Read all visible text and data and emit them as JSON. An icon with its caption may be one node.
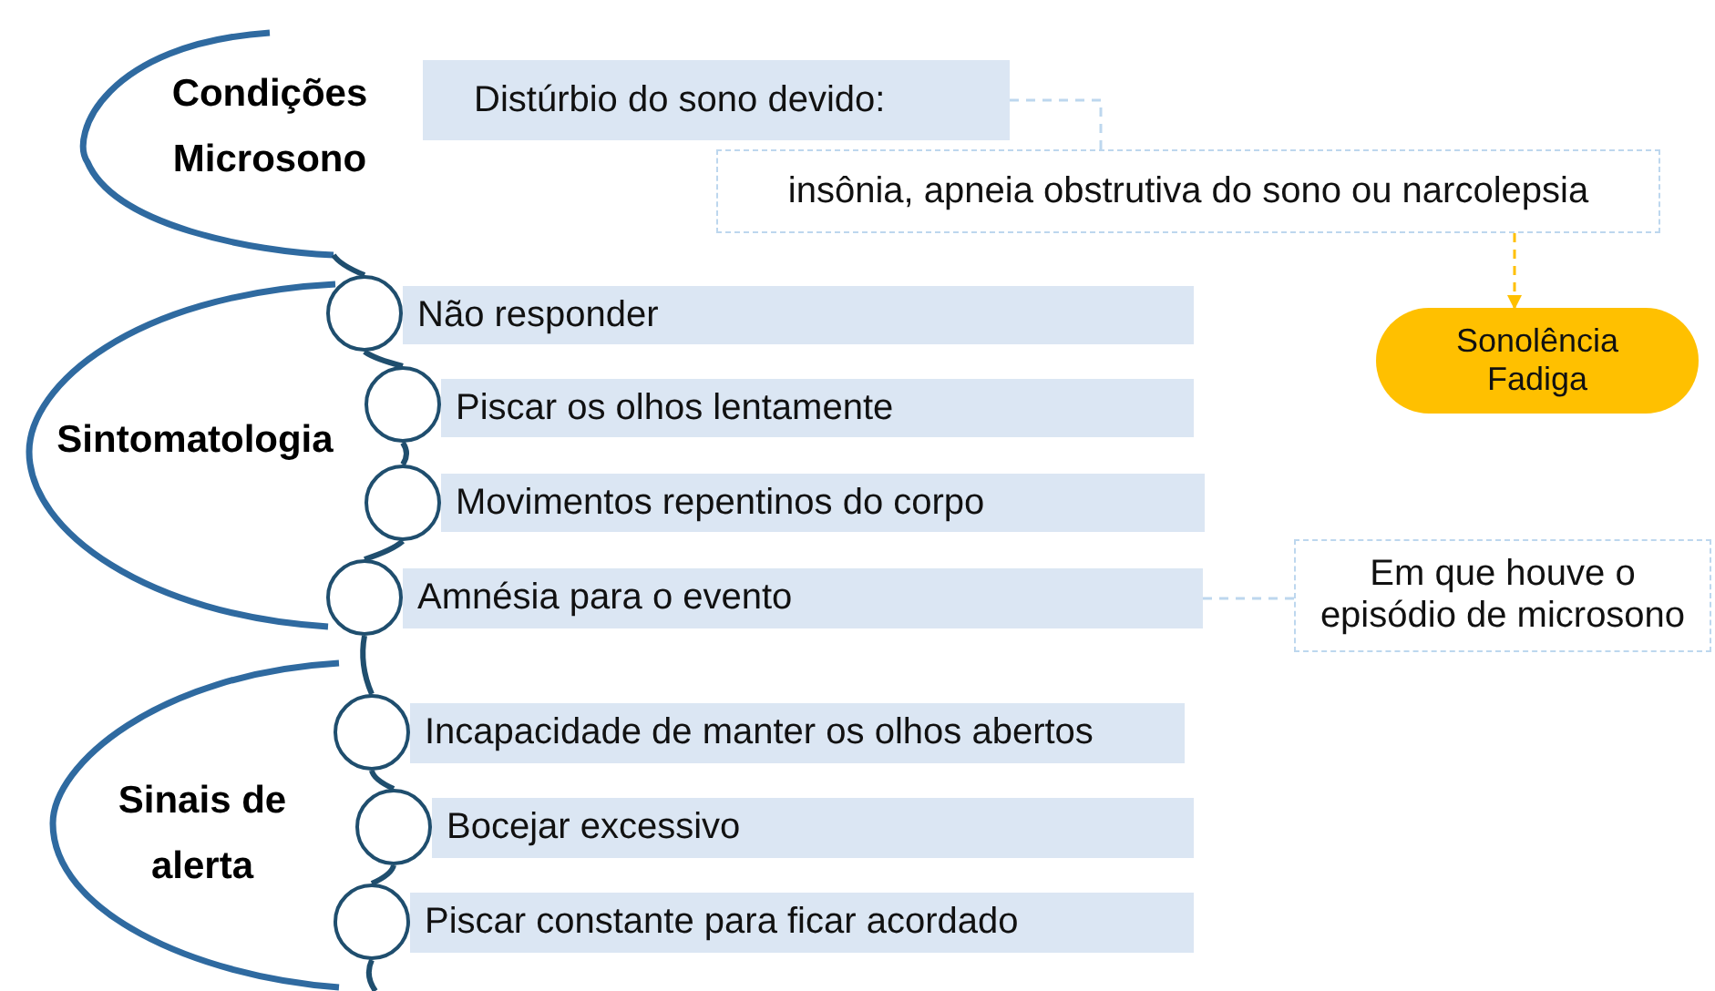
{
  "diagram": {
    "nodes": [
      {
        "text": [
          "Condições Microsono"
        ]
      },
      {
        "text": [
          "Distúrbio do sono devido:"
        ]
      },
      {
        "text": [
          "insônia, apneia obstrutiva do sono ou narcolepsia"
        ]
      },
      {
        "text": [
          "Sonolência Fadiga"
        ]
      },
      {
        "text": [
          "Sintomatologia"
        ]
      },
      {
        "text": [],
        "shape": "circle"
      },
      {
        "text": [
          "Não responder"
        ]
      },
      {
        "text": [],
        "shape": "circle"
      },
      {
        "text": [
          "Piscar os olhos lentamente"
        ]
      },
      {
        "text": [],
        "shape": "circle"
      },
      {
        "text": [
          "Movimentos repentinos do corpo"
        ]
      },
      {
        "text": [],
        "shape": "circle"
      },
      {
        "text": [
          "Amnésia para o evento"
        ]
      },
      {
        "text": [
          "Em que houve o episódio de microsono"
        ]
      },
      {
        "text": [
          "Sinais de alerta"
        ]
      },
      {
        "text": [],
        "shape": "circle"
      },
      {
        "text": [
          "Incapacidade de manter os olhos abertos"
        ]
      },
      {
        "text": [],
        "shape": "circle"
      },
      {
        "text": [
          "Bocejar excessivo"
        ]
      },
      {
        "text": [],
        "shape": "circle"
      },
      {
        "text": [
          "Piscar constante para ficar acordado"
        ]
      }
    ],
    "edges": [
      {
        "from": 1,
        "to": 2,
        "arrow": "none",
        "style": "dashed",
        "color": "#bdd7ee"
      },
      {
        "from": 2,
        "to": 3,
        "arrow": "to",
        "style": "dashed",
        "color": "#ffc000"
      },
      {
        "from": 12,
        "to": 13,
        "arrow": "none",
        "style": "dashed",
        "color": "#bdd7ee"
      },
      {
        "from": 0,
        "to": 5,
        "arrow": "none"
      },
      {
        "from": 5,
        "to": 7,
        "arrow": "none"
      },
      {
        "from": 7,
        "to": 9,
        "arrow": "none"
      },
      {
        "from": 9,
        "to": 11,
        "arrow": "none"
      },
      {
        "from": 11,
        "to": 15,
        "arrow": "none"
      },
      {
        "from": 15,
        "to": 17,
        "arrow": "none"
      },
      {
        "from": 17,
        "to": 19,
        "arrow": "none"
      },
      {
        "from": 19,
        "to": null,
        "arrow": "none"
      }
    ]
  }
}
